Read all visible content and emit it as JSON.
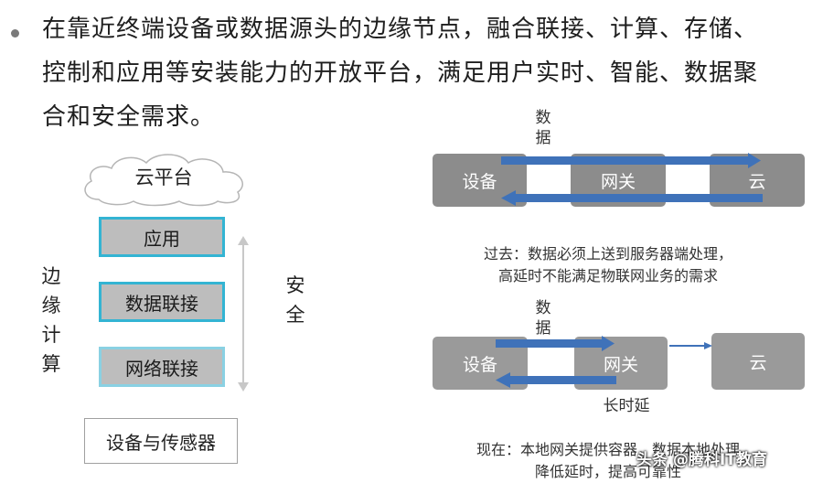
{
  "paragraph": {
    "lines": [
      "在靠近终端设备或数据源头的边缘节点，融合联接、计算、存储、",
      "控制和应用等安装能力的开放平台，满足用户实时、智能、数据聚",
      "合和安全需求。"
    ]
  },
  "left_diagram": {
    "cloud": "云平台",
    "layers": [
      "应用",
      "数据联接",
      "网络联接"
    ],
    "edge_label": [
      "边",
      "缘",
      "计",
      "算"
    ],
    "security_label": [
      "安",
      "全"
    ],
    "devices": "设备与传感器"
  },
  "past": {
    "data_label": [
      "数",
      "据"
    ],
    "nodes": [
      "设备",
      "网关",
      "云"
    ],
    "caption": [
      "过去：数据必须上送到服务器端处理，",
      "高延时不能满足物联网业务的需求"
    ]
  },
  "now": {
    "data_label": [
      "数",
      "据"
    ],
    "nodes": [
      "设备",
      "网关",
      "云"
    ],
    "latency_label": "长时延",
    "caption": [
      "现在：本地网关提供容器，数据本地处理",
      "降低延时，提高可靠性"
    ]
  },
  "watermark": "头条 @腾科IT教育",
  "colors": {
    "arrow_blue": "#3f72b9",
    "layer_border": "#33b4d3",
    "node_gray": "#8c8c8c",
    "layer_fill": "#bdbdbd"
  }
}
